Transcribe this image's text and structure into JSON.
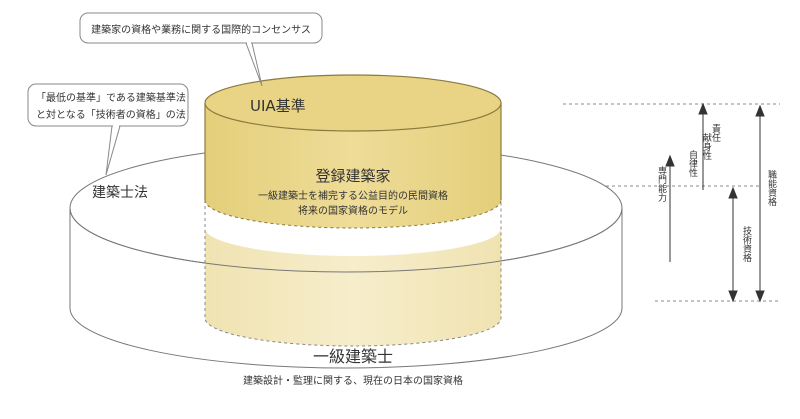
{
  "callouts": {
    "top": "建築家の資格や業務に関する国際的コンセンサス",
    "left_line1": "「最低の基準」である建築基準法",
    "left_line2": "と対となる「技術者の資格」の法"
  },
  "layers": {
    "uia": "UIA基準",
    "law": "建築士法",
    "registered": "登録建築家",
    "registered_desc1": "一級建築士を補完する公益目的の民間資格",
    "registered_desc2": "将来の国家資格のモデル",
    "first_class": "一級建築士",
    "first_class_desc": "建築設計・監理に関する、現在の日本の国家資格"
  },
  "axes": {
    "expertise": "専門能力",
    "autonomy": "自律性",
    "responsibility": "責任",
    "dedication": "献身性",
    "tech_qual": "技術資格",
    "job_qual": "職能資格"
  },
  "colors": {
    "gold": "#e2cd78",
    "gold_light": "#f3e6b7",
    "gold_fill": "#f0e2a8",
    "line": "#777777"
  }
}
